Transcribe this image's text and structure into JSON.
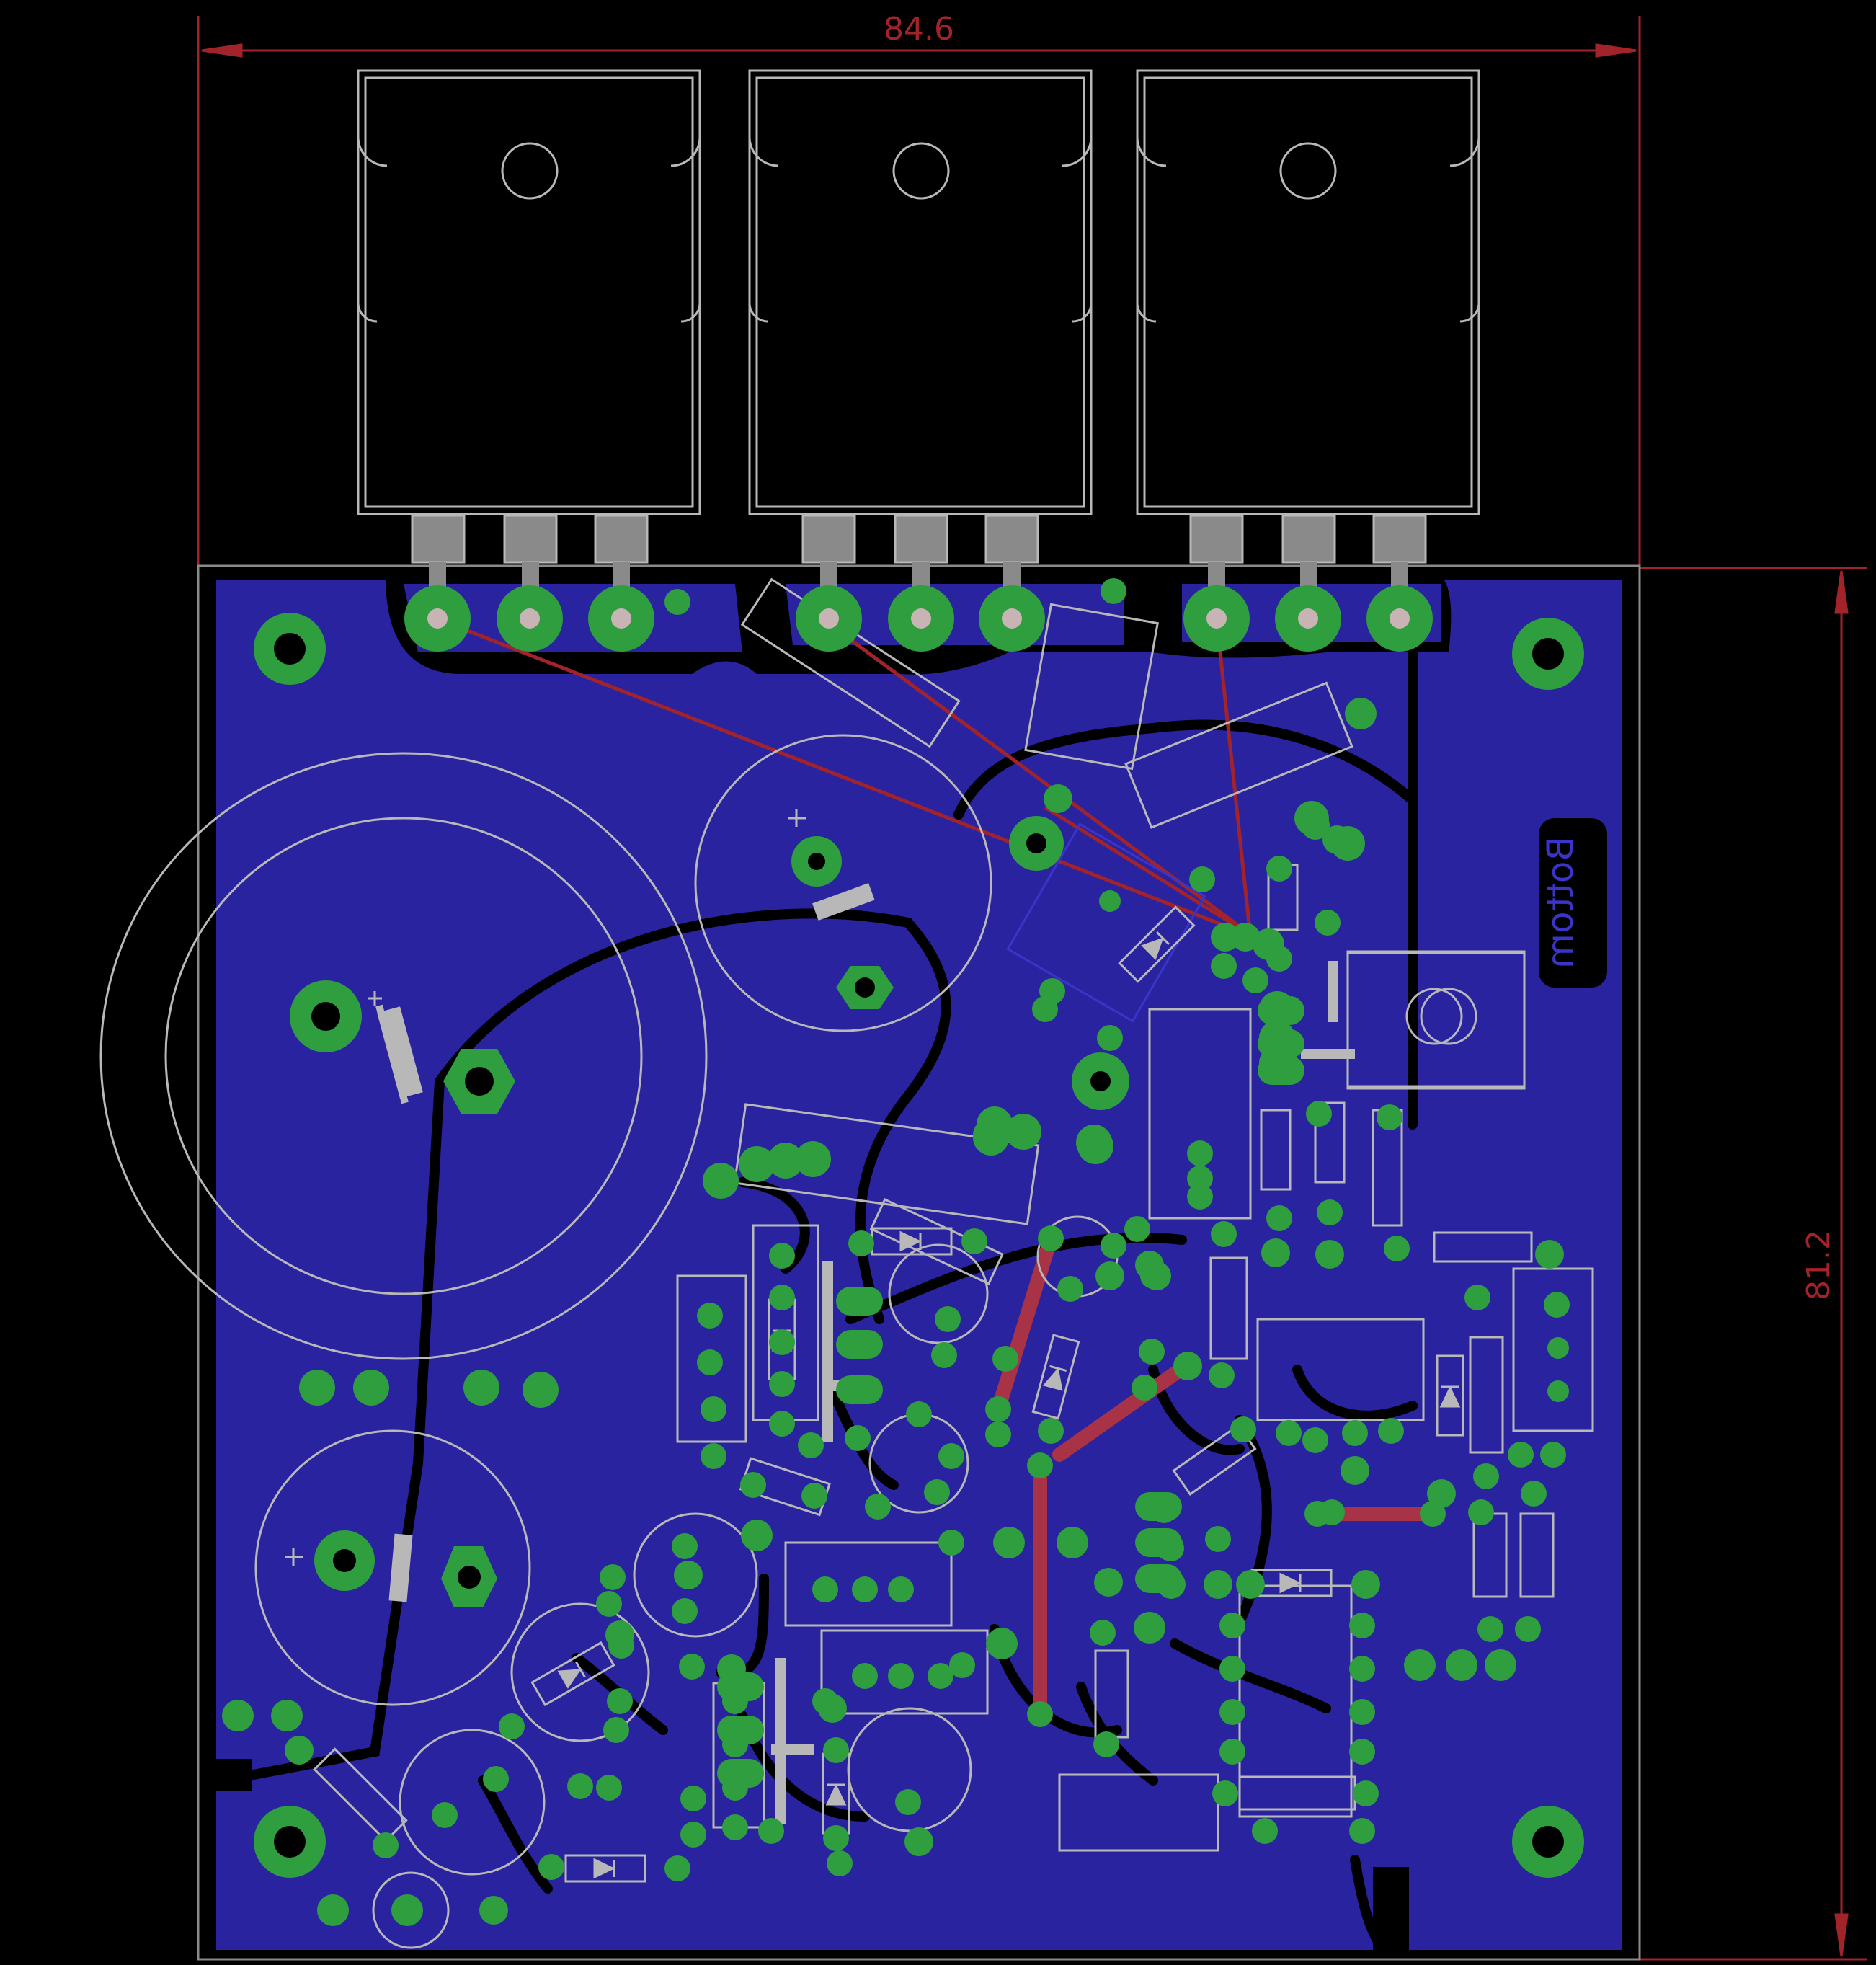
{
  "dimensions": {
    "width_label": "84.6",
    "height_label": "81.2"
  },
  "board": {
    "layer_label": "Bottom"
  },
  "colors": {
    "background": "#000000",
    "copper_bottom": "#2a23a0",
    "pad": "#2e9e3f",
    "via": "#2e9e3f",
    "silkscreen": "#b8b8b8",
    "airwire": "#a3232a",
    "top_trace": "#a83246",
    "dimension": "#a3232a",
    "outline": "#8a8a8a"
  },
  "components": {
    "power_transistors": 3,
    "large_capacitors": 2,
    "mounting_holes": 4
  }
}
